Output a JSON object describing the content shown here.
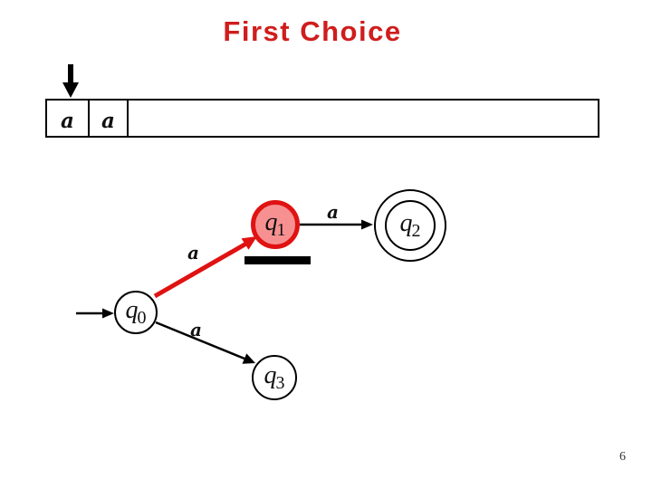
{
  "slide": {
    "title": "First Choice",
    "page_number": "6"
  },
  "colors": {
    "title-red": "#cf1d1d",
    "accent-red": "#e01212",
    "highlight-pink": "#f79191",
    "ink": "#000000"
  },
  "tape": {
    "cells": [
      "a",
      "a",
      ""
    ]
  },
  "automaton": {
    "states": {
      "q0": {
        "symbol": "q",
        "subscript": "0",
        "accepting": false,
        "highlighted": false
      },
      "q1": {
        "symbol": "q",
        "subscript": "1",
        "accepting": false,
        "highlighted": true
      },
      "q2": {
        "symbol": "q",
        "subscript": "2",
        "accepting": true,
        "highlighted": false
      },
      "q3": {
        "symbol": "q",
        "subscript": "3",
        "accepting": false,
        "highlighted": false
      }
    },
    "transition_labels": {
      "q0_q1": "a",
      "q1_q2": "a",
      "q0_q3": "a"
    }
  }
}
